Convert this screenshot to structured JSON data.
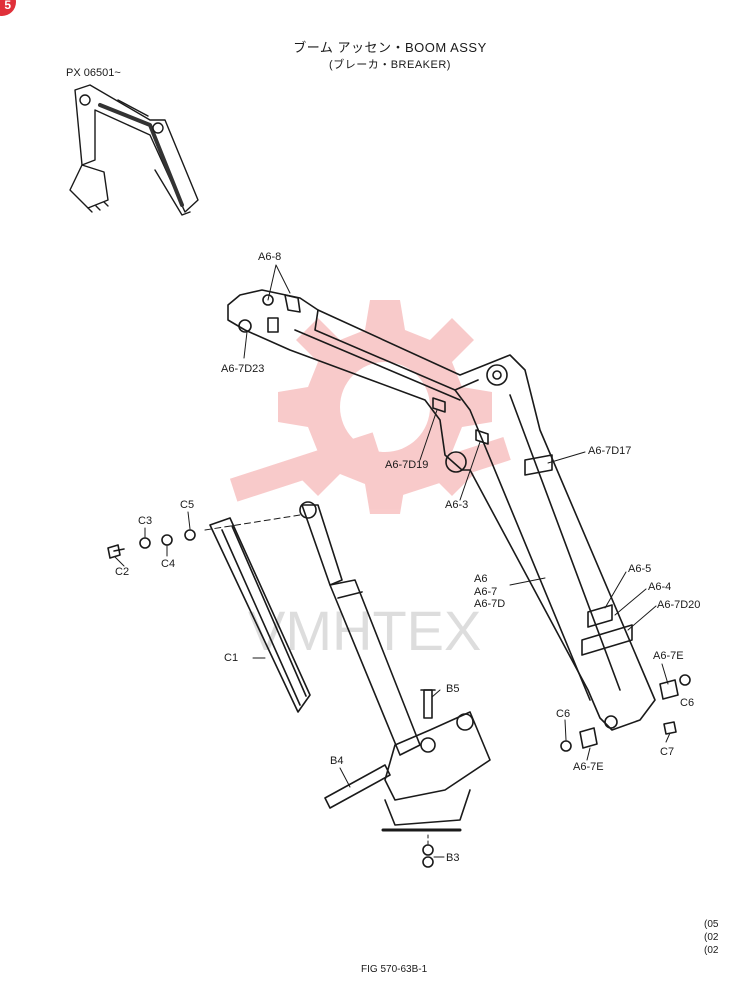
{
  "corner_badge": {
    "text": "5",
    "color": "#e0303a"
  },
  "title": {
    "line1": "ブーム アッセン・BOOM ASSY",
    "line2": "(ブレーカ・BREAKER)"
  },
  "serial_note": "PX 06501~",
  "labels": {
    "a6_8": "A6-8",
    "a6_7d23": "A6-7D23",
    "a6_7d19": "A6-7D19",
    "a6_3": "A6-3",
    "a6_7d17": "A6-7D17",
    "a6_group_1": "A6",
    "a6_group_2": "A6-7",
    "a6_group_3": "A6-7D",
    "a6_5": "A6-5",
    "a6_4": "A6-4",
    "a6_7d20": "A6-7D20",
    "a6_7e_right": "A6-7E",
    "c6_right": "C6",
    "c7": "C7",
    "c6_left": "C6",
    "a6_7e_bottom": "A6-7E",
    "c5": "C5",
    "c3": "C3",
    "c4": "C4",
    "c2": "C2",
    "c1": "C1",
    "b5": "B5",
    "b4": "B4",
    "b3": "B3"
  },
  "watermark": {
    "text": "VMHTEX",
    "color": "#f08a8a"
  },
  "figure_number": "FIG 570-63B-1",
  "margin_notes": [
    "(05",
    "(02",
    "(02"
  ]
}
